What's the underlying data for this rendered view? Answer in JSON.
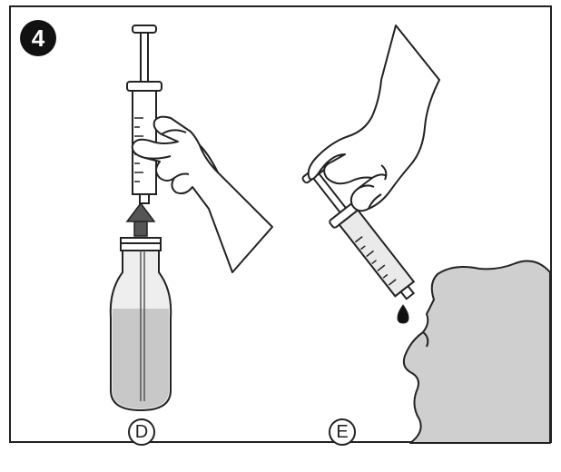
{
  "step": {
    "number": "4"
  },
  "panels": [
    {
      "label": "D",
      "icon": "syringe-bottle-icon"
    },
    {
      "label": "E",
      "icon": "syringe-dosing-icon"
    }
  ],
  "colors": {
    "outline": "#222222",
    "liquid": "#c8c8c8",
    "bottle": "#e6e6e6",
    "skin_shadow": "#cfcfcf",
    "badge": "#111111"
  }
}
